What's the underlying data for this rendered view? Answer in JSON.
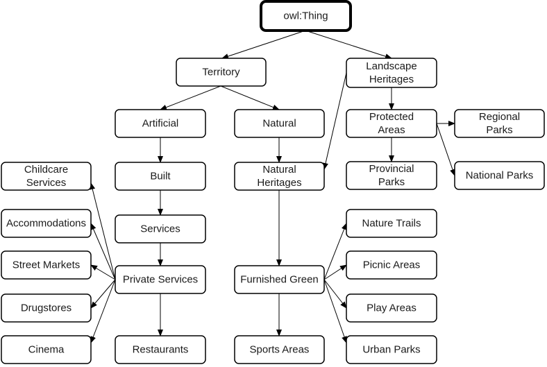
{
  "nodes": [
    {
      "id": "owl-thing",
      "label": [
        "owl:Thing"
      ]
    },
    {
      "id": "territory",
      "label": [
        "Territory"
      ]
    },
    {
      "id": "landscape-heritages",
      "label": [
        "Landscape",
        "Heritages"
      ]
    },
    {
      "id": "artificial",
      "label": [
        "Artificial"
      ]
    },
    {
      "id": "natural",
      "label": [
        "Natural"
      ]
    },
    {
      "id": "protected-areas",
      "label": [
        "Protected",
        "Areas"
      ]
    },
    {
      "id": "regional-parks",
      "label": [
        "Regional",
        "Parks"
      ]
    },
    {
      "id": "built",
      "label": [
        "Built"
      ]
    },
    {
      "id": "natural-heritages",
      "label": [
        "Natural",
        "Heritages"
      ]
    },
    {
      "id": "provincial-parks",
      "label": [
        "Provincial",
        "Parks"
      ]
    },
    {
      "id": "national-parks",
      "label": [
        "National Parks"
      ]
    },
    {
      "id": "childcare-services",
      "label": [
        "Childcare",
        "Services"
      ]
    },
    {
      "id": "accommodations",
      "label": [
        "Accommodations"
      ]
    },
    {
      "id": "services",
      "label": [
        "Services"
      ]
    },
    {
      "id": "nature-trails",
      "label": [
        "Nature Trails"
      ]
    },
    {
      "id": "street-markets",
      "label": [
        "Street Markets"
      ]
    },
    {
      "id": "private-services",
      "label": [
        "Private Services"
      ]
    },
    {
      "id": "furnished-green",
      "label": [
        "Furnished Green"
      ]
    },
    {
      "id": "picnic-areas",
      "label": [
        "Picnic Areas"
      ]
    },
    {
      "id": "drugstores",
      "label": [
        "Drugstores"
      ]
    },
    {
      "id": "play-areas",
      "label": [
        "Play Areas"
      ]
    },
    {
      "id": "cinema",
      "label": [
        "Cinema"
      ]
    },
    {
      "id": "restaurants",
      "label": [
        "Restaurants"
      ]
    },
    {
      "id": "sports-areas",
      "label": [
        "Sports Areas"
      ]
    },
    {
      "id": "urban-parks",
      "label": [
        "Urban Parks"
      ]
    }
  ],
  "edges": [
    [
      "owl-thing",
      "territory"
    ],
    [
      "owl-thing",
      "landscape-heritages"
    ],
    [
      "territory",
      "artificial"
    ],
    [
      "territory",
      "natural"
    ],
    [
      "artificial",
      "built"
    ],
    [
      "built",
      "services"
    ],
    [
      "services",
      "private-services"
    ],
    [
      "private-services",
      "childcare-services"
    ],
    [
      "private-services",
      "accommodations"
    ],
    [
      "private-services",
      "street-markets"
    ],
    [
      "private-services",
      "drugstores"
    ],
    [
      "private-services",
      "cinema"
    ],
    [
      "private-services",
      "restaurants"
    ],
    [
      "natural",
      "natural-heritages"
    ],
    [
      "landscape-heritages",
      "natural-heritages"
    ],
    [
      "natural-heritages",
      "furnished-green"
    ],
    [
      "furnished-green",
      "nature-trails"
    ],
    [
      "furnished-green",
      "picnic-areas"
    ],
    [
      "furnished-green",
      "play-areas"
    ],
    [
      "furnished-green",
      "urban-parks"
    ],
    [
      "furnished-green",
      "sports-areas"
    ],
    [
      "landscape-heritages",
      "protected-areas"
    ],
    [
      "protected-areas",
      "regional-parks"
    ],
    [
      "protected-areas",
      "national-parks"
    ],
    [
      "protected-areas",
      "provincial-parks"
    ]
  ]
}
